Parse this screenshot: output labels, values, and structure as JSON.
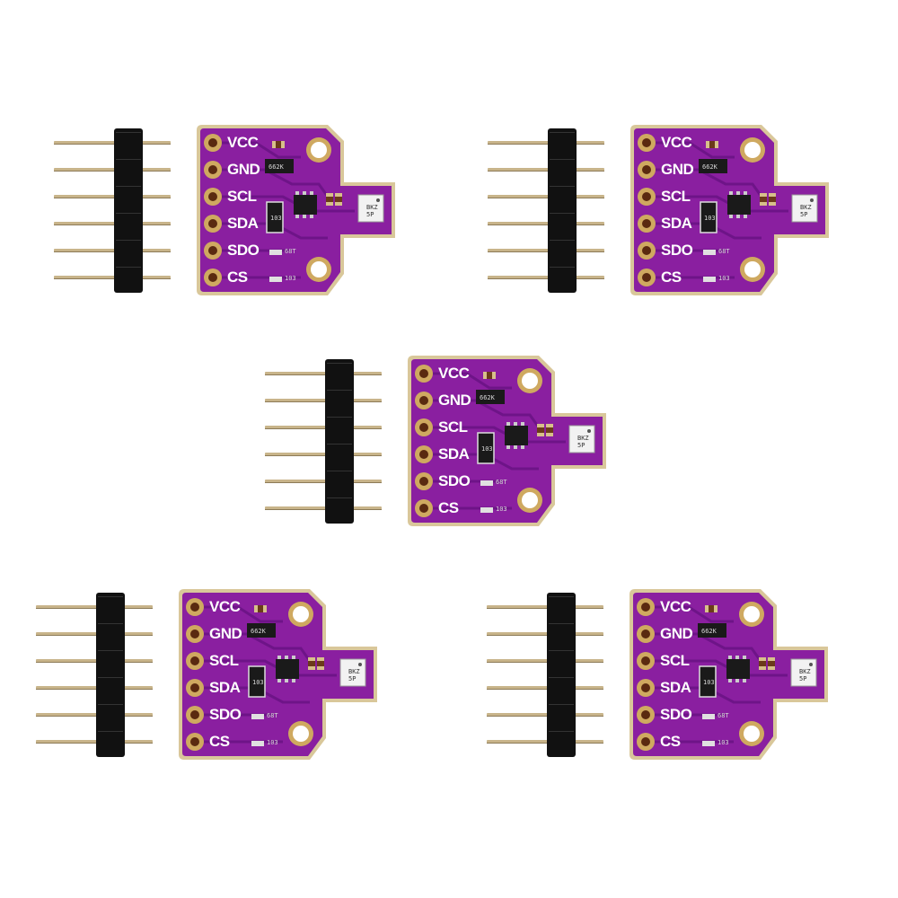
{
  "colors": {
    "board": "#8a1fa0",
    "board_edge": "#d9c79a",
    "trace": "#6e1488",
    "pad": "#cfa960",
    "header_plastic": "#111111",
    "pin_metal": "#c8b48a"
  },
  "pin_labels": [
    "VCC",
    "GND",
    "SCL",
    "SDA",
    "SDO",
    "CS"
  ],
  "chip_marks": {
    "regulator": "662K",
    "mosfet": "103",
    "resistor_a": "68T",
    "resistor_b": "103",
    "sensor_line1": "BKZ",
    "sensor_line2": "5P"
  },
  "modules": [
    {
      "id": "module-1"
    },
    {
      "id": "module-2"
    },
    {
      "id": "module-3"
    },
    {
      "id": "module-4"
    },
    {
      "id": "module-5"
    }
  ]
}
